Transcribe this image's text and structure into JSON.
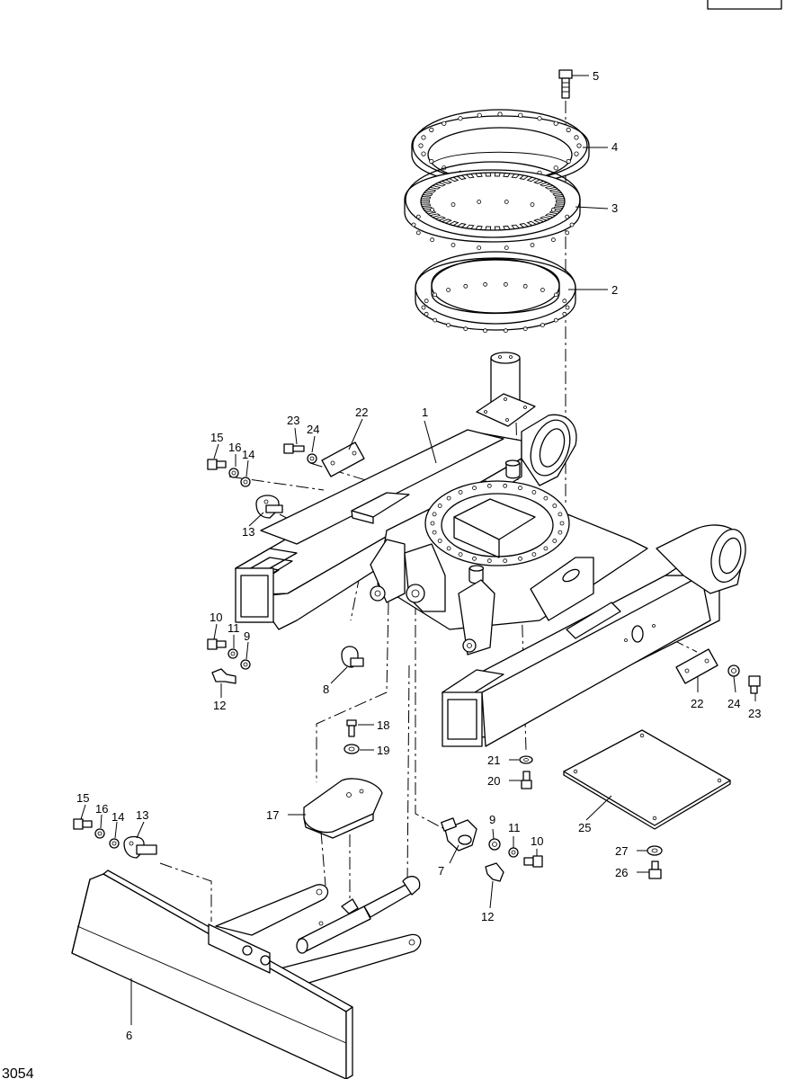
{
  "figure_number": "3054",
  "callouts": {
    "c1": "1",
    "c2": "2",
    "c3": "3",
    "c4": "4",
    "c5": "5",
    "c6": "6",
    "c7": "7",
    "c8": "8",
    "c9a": "9",
    "c9b": "9",
    "c10a": "10",
    "c10b": "10",
    "c11a": "11",
    "c11b": "11",
    "c12a": "12",
    "c12b": "12",
    "c13a": "13",
    "c13b": "13",
    "c14a": "14",
    "c14b": "14",
    "c15a": "15",
    "c15b": "15",
    "c16a": "16",
    "c16b": "16",
    "c17": "17",
    "c18": "18",
    "c19": "19",
    "c20": "20",
    "c21": "21",
    "c22a": "22",
    "c22b": "22",
    "c23a": "23",
    "c23b": "23",
    "c24a": "24",
    "c24b": "24",
    "c25": "25",
    "c26": "26",
    "c27": "27"
  }
}
